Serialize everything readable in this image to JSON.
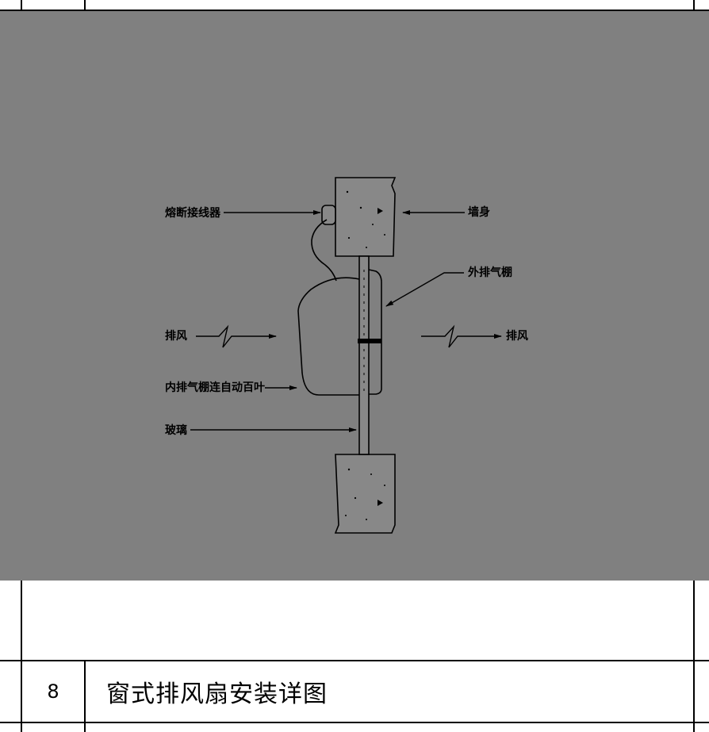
{
  "drawing": {
    "labels": {
      "fuse_connector": "熔断接线器",
      "wall": "墙身",
      "outer_hood": "外排气棚",
      "exhaust_left": "排风",
      "exhaust_right": "排风",
      "inner_hood_louver": "内排气棚连自动百叶",
      "glass": "玻璃"
    }
  },
  "title_block": {
    "number": "8",
    "title": "窗式排风扇安装详图"
  }
}
